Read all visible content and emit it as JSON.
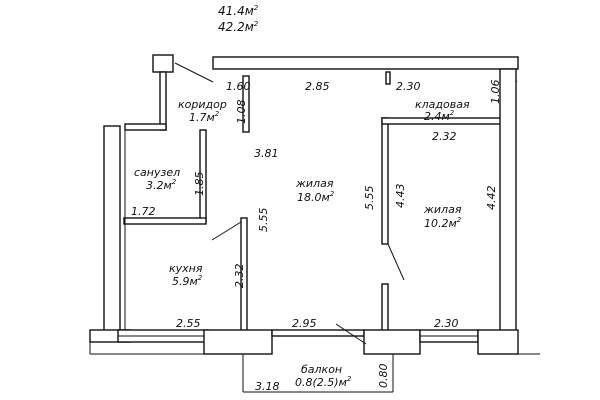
{
  "header": {
    "area_living": "41.4м",
    "area_total": "42.2м",
    "unit_sup": "2"
  },
  "rooms": {
    "corridor": {
      "name": "коридор",
      "area": "1.7м",
      "sup": "2"
    },
    "bathroom": {
      "name": "санузел",
      "area": "3.2м",
      "sup": "2"
    },
    "kitchen": {
      "name": "кухня",
      "area": "5.9м",
      "sup": "2"
    },
    "living1": {
      "name": "жилая",
      "area": "18.0м",
      "sup": "2"
    },
    "pantry": {
      "name": "кладовая",
      "area": "2.4м",
      "sup": "2"
    },
    "living2": {
      "name": "жилая",
      "area": "10.2м",
      "sup": "2"
    },
    "balcony": {
      "name": "балкон",
      "area": "0.8(2.5)м",
      "sup": "2"
    }
  },
  "dimensions": {
    "d_160": "1.60",
    "d_285": "2.85",
    "d_230_top": "2.30",
    "d_106": "1.06",
    "d_108": "1.08",
    "d_232_pantry": "2.32",
    "d_381": "3.81",
    "d_185": "1.85",
    "d_555_left": "5.55",
    "d_555_mid": "5.55",
    "d_443": "4.43",
    "d_442": "4.42",
    "d_172": "1.72",
    "d_232_kitchen": "2.32",
    "d_255": "2.55",
    "d_295": "2.95",
    "d_230_bottom": "2.30",
    "d_318": "3.18",
    "d_080": "0.80"
  }
}
